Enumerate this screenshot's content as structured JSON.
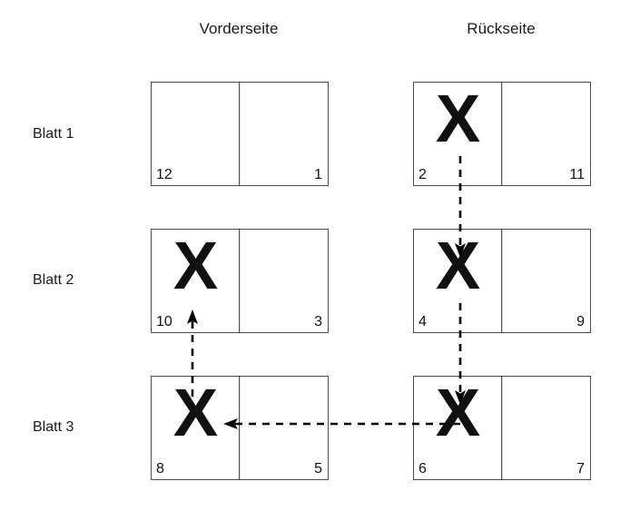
{
  "diagram": {
    "title_alt": "Blatt-Falzschema mit Seitenzahlen",
    "columns": [
      {
        "id": "vorderseite",
        "label": "Vorderseite"
      },
      {
        "id": "rueckseite",
        "label": "Rückseite"
      }
    ],
    "rows": [
      {
        "id": "blatt-1",
        "label": "Blatt 1"
      },
      {
        "id": "blatt-2",
        "label": "Blatt 2"
      },
      {
        "id": "blatt-3",
        "label": "Blatt 3"
      }
    ],
    "mark_glyph": "X",
    "colors": {
      "stroke": "#4a4a4a",
      "divider": "#2b2b2b",
      "text": "#111111",
      "arrow": "#000000",
      "background": "#ffffff"
    },
    "sheets": [
      {
        "id": "blatt-1-vorderseite",
        "row": "blatt-1",
        "column": "vorderseite",
        "left_page": "12",
        "right_page": "1",
        "marked": false
      },
      {
        "id": "blatt-1-rueckseite",
        "row": "blatt-1",
        "column": "rueckseite",
        "left_page": "2",
        "right_page": "11",
        "marked": true
      },
      {
        "id": "blatt-2-vorderseite",
        "row": "blatt-2",
        "column": "vorderseite",
        "left_page": "10",
        "right_page": "3",
        "marked": true
      },
      {
        "id": "blatt-2-rueckseite",
        "row": "blatt-2",
        "column": "rueckseite",
        "left_page": "4",
        "right_page": "9",
        "marked": true
      },
      {
        "id": "blatt-3-vorderseite",
        "row": "blatt-3",
        "column": "vorderseite",
        "left_page": "8",
        "right_page": "5",
        "marked": true
      },
      {
        "id": "blatt-3-rueckseite",
        "row": "blatt-3",
        "column": "rueckseite",
        "left_page": "6",
        "right_page": "7",
        "marked": true
      }
    ],
    "arrows": [
      {
        "id": "arrow-1",
        "from": "blatt-1-rueckseite",
        "to": "blatt-2-rueckseite",
        "direction": "down",
        "style": "dashed"
      },
      {
        "id": "arrow-2",
        "from": "blatt-2-rueckseite",
        "to": "blatt-3-rueckseite",
        "direction": "down",
        "style": "dashed"
      },
      {
        "id": "arrow-3",
        "from": "blatt-3-rueckseite",
        "to": "blatt-3-vorderseite",
        "direction": "left",
        "style": "dashed"
      },
      {
        "id": "arrow-4",
        "from": "blatt-3-vorderseite",
        "to": "blatt-2-vorderseite",
        "direction": "up",
        "style": "dashed"
      }
    ]
  }
}
